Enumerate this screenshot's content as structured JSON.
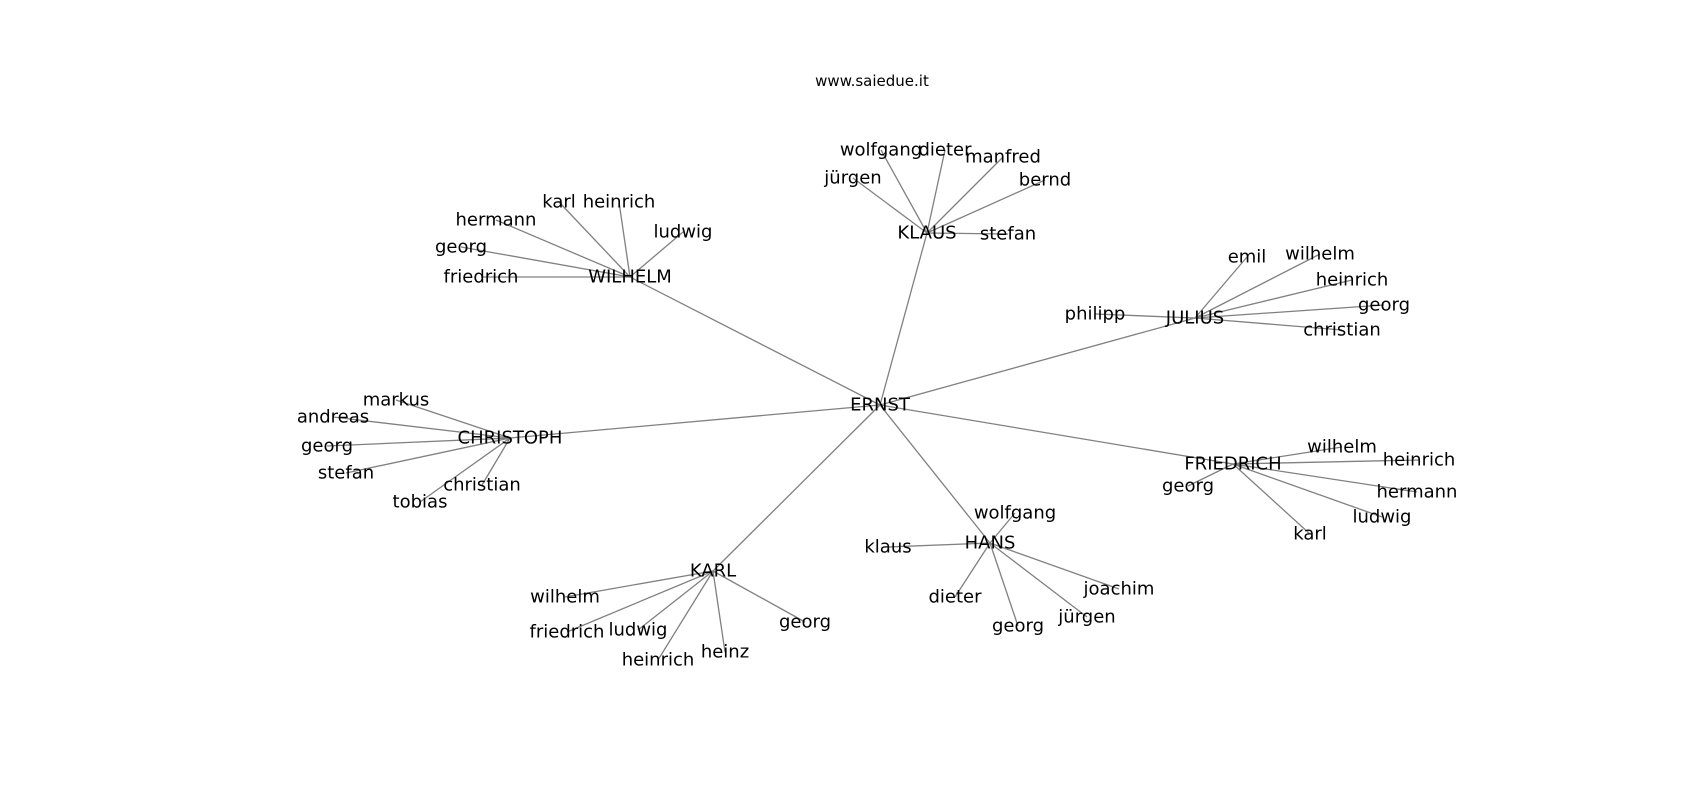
{
  "site": "www.saiedue.it",
  "center": "ERNST",
  "groups": [
    {
      "name": "KLAUS",
      "children": [
        "wolfgang",
        "dieter",
        "manfred",
        "bernd",
        "jürgen",
        "stefan"
      ]
    },
    {
      "name": "WILHELM",
      "children": [
        "karl",
        "heinrich",
        "hermann",
        "ludwig",
        "georg",
        "friedrich"
      ]
    },
    {
      "name": "JULIUS",
      "children": [
        "emil",
        "wilhelm",
        "heinrich",
        "georg",
        "christian",
        "philipp"
      ]
    },
    {
      "name": "CHRISTOPH",
      "children": [
        "markus",
        "andreas",
        "georg",
        "stefan",
        "christian",
        "tobias"
      ]
    },
    {
      "name": "FRIEDRICH",
      "children": [
        "wilhelm",
        "heinrich",
        "hermann",
        "ludwig",
        "karl",
        "georg"
      ]
    },
    {
      "name": "HANS",
      "children": [
        "wolfgang",
        "klaus",
        "dieter",
        "georg",
        "jürgen",
        "joachim"
      ]
    },
    {
      "name": "KARL",
      "children": [
        "wilhelm",
        "friedrich",
        "ludwig",
        "heinrich",
        "heinz",
        "georg"
      ]
    }
  ]
}
